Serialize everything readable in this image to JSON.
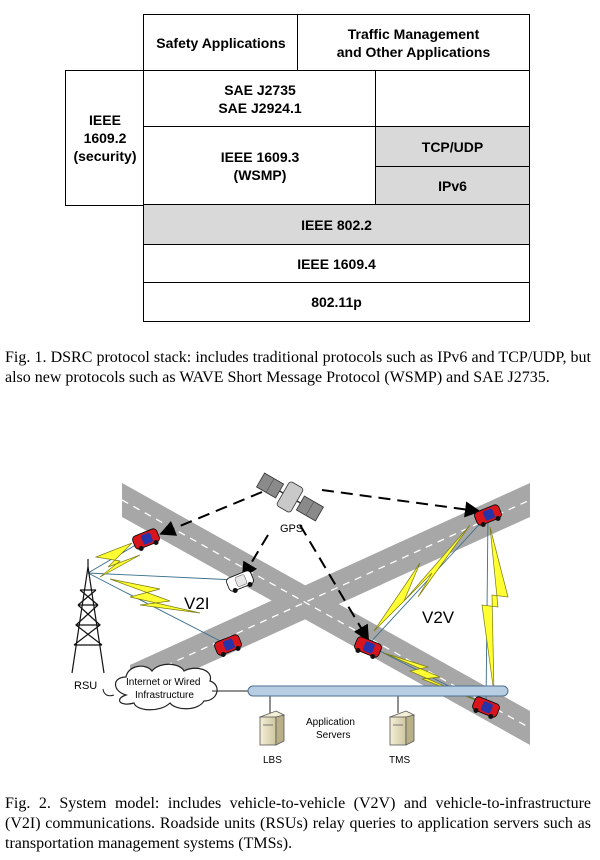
{
  "fig1": {
    "safety": "Safety Applications",
    "traffic": "Traffic Management\nand Other Applications",
    "security": "IEEE\n1609.2\n(security)",
    "sae": "SAE J2735\nSAE J2924.1",
    "wsmp": "IEEE 1609.3\n(WSMP)",
    "tcp": "TCP/UDP",
    "ipv6": "IPv6",
    "ieee8022": "IEEE 802.2",
    "ieee16094": "IEEE 1609.4",
    "p80211": "802.11p",
    "caption": "Fig. 1.  DSRC protocol stack: includes traditional protocols such as IPv6 and TCP/UDP, but also new protocols such as WAVE Short Message Protocol (WSMP) and SAE J2735."
  },
  "fig2": {
    "gps": "GPS",
    "v2i": "V2I",
    "v2v": "V2V",
    "rsu": "RSU",
    "internet_line1": "Internet or Wired",
    "internet_line2": "Infrastructure",
    "app_line1": "Application",
    "app_line2": "Servers",
    "lbs": "LBS",
    "tms": "TMS",
    "caption": "Fig. 2.  System model: includes vehicle-to-vehicle (V2V) and vehicle-to-infrastructure (V2I) communications. Roadside units (RSUs) relay queries to application servers such as transportation management systems (TMSs)."
  },
  "colors": {
    "road": "#a7a7a7",
    "car": "#d8141c",
    "lightning": "#ffff33",
    "grey_cell": "#d9d9d9"
  }
}
